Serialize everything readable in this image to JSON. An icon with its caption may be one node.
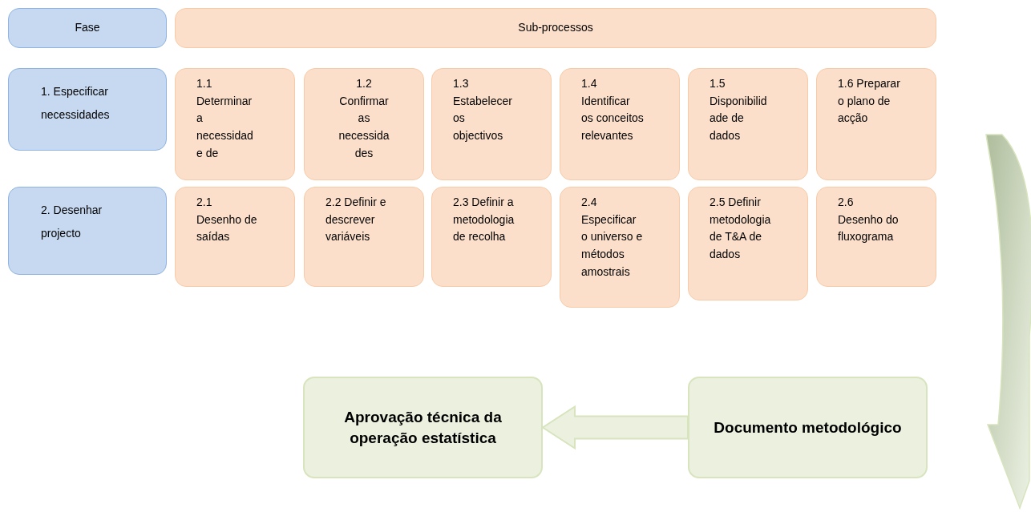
{
  "diagram": {
    "nodes": [
      {
        "text": [
          "Fase"
        ]
      },
      {
        "text": [
          "Sub-processos"
        ]
      },
      {
        "text": [
          "1. Especificar necessidades"
        ]
      },
      {
        "text": [
          "1.1 Determinar a necessidade de"
        ]
      },
      {
        "text": [
          "1.2 Confirmar as necessidades"
        ]
      },
      {
        "text": [
          "1.3 Estabelecer os objectivos"
        ]
      },
      {
        "text": [
          "1.4 Identificar os conceitos relevantes"
        ]
      },
      {
        "text": [
          "1.5 Disponibilidade de dados"
        ]
      },
      {
        "text": [
          "1.6 Preparar o plano de acção"
        ]
      },
      {
        "text": [
          "2. Desenhar projecto"
        ]
      },
      {
        "text": [
          "2.1 Desenho de saídas"
        ]
      },
      {
        "text": [
          "2.2 Definir e descrever variáveis"
        ]
      },
      {
        "text": [
          "2.3 Definir a metodologia de recolha"
        ]
      },
      {
        "text": [
          "2.4 Especificar o universo e métodos amostrais"
        ]
      },
      {
        "text": [
          "2.5 Definir metodologia de T&A de dados"
        ]
      },
      {
        "text": [
          "2.6 Desenho do fluxograma"
        ]
      },
      {
        "text": [
          "Aprovação técnica da operação estatística"
        ]
      },
      {
        "text": [
          "Documento metodológico"
        ]
      }
    ],
    "edges": [
      {
        "from": 17,
        "to": 16,
        "arrow": "to",
        "style": "thick"
      }
    ]
  }
}
